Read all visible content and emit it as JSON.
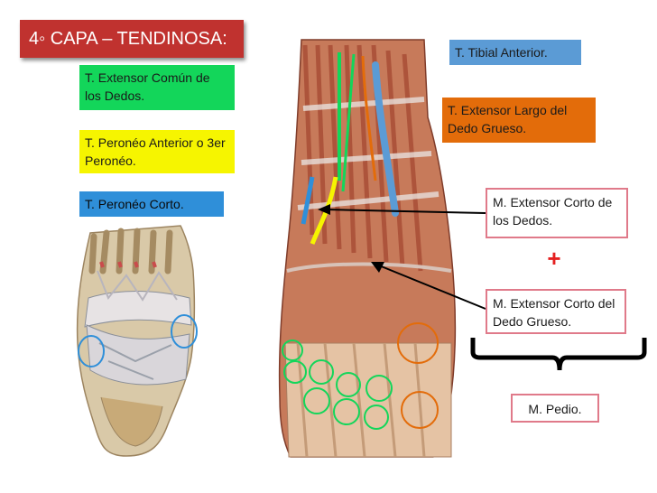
{
  "title": "4◦ CAPA – TENDINOSA:",
  "labels": {
    "extensor_comun": "T. Extensor Común de los Dedos.",
    "peroneo_anterior": "T. Peronéo Anterior o 3er Peronéo.",
    "peroneo_corto": "T. Peronéo Corto.",
    "tibial_anterior": "T. Tibial Anterior.",
    "extensor_largo": "T. Extensor Largo del Dedo Grueso.",
    "extensor_corto_dedos": "M. Extensor Corto de los Dedos.",
    "plus": "+",
    "extensor_corto_grueso": "M. Extensor Corto del Dedo Grueso.",
    "pedio": "M. Pedio."
  },
  "colors": {
    "title_bg": "#c0322f",
    "green": "#13d65a",
    "yellow": "#f6f500",
    "blue": "#2f8fd9",
    "tibial_blue": "#5b9bd5",
    "orange": "#e36c0a",
    "pink_border": "#e07a8a"
  }
}
